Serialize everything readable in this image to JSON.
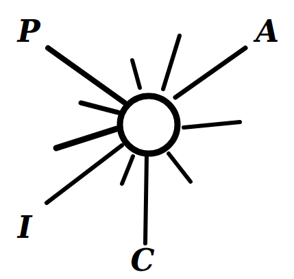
{
  "diagram": {
    "labels": [
      "P",
      "A",
      "I",
      "C"
    ]
  }
}
